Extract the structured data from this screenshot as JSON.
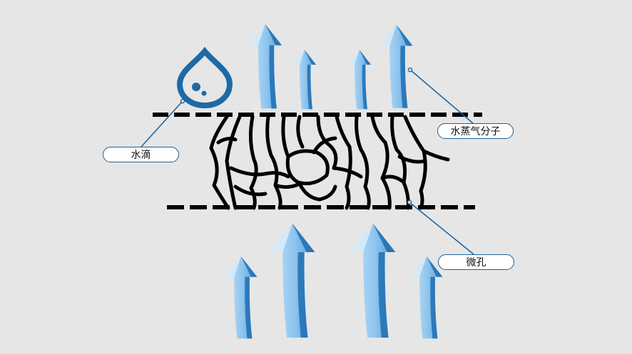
{
  "labels": {
    "water_drop": "水滴",
    "vapor": "水蒸气分子",
    "pore": "微孔"
  },
  "colors": {
    "background": "#e6e6e6",
    "arrow_light": "#a9d3f2",
    "arrow_mid": "#5aa3dc",
    "arrow_dark": "#1f6fb2",
    "drop": "#1d6aa6",
    "leader": "#1c5f96",
    "membrane": "#000000"
  },
  "icons": [
    "water-drop-icon",
    "up-arrow-icon"
  ]
}
